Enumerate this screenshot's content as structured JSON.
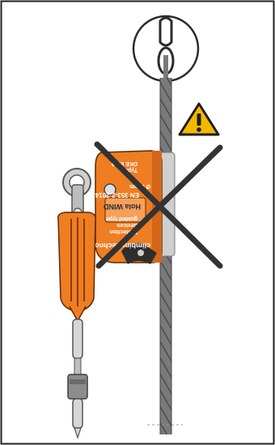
{
  "device_labels": {
    "brand": "climbing technology",
    "model": "Hola WIND",
    "standard": "EN 353-2:2014",
    "cable": "Ø 8 mm",
    "type": "Type",
    "small_lines": [
      "Protection",
      "devices",
      "guided type",
      "DKE 8105"
    ]
  },
  "colors": {
    "device_orange": "#ef7d22",
    "device_dark": "#3d3d3d",
    "warning_yellow": "#f5b800",
    "cross": "#333333",
    "cable": "#6e6e6e"
  },
  "icons": [
    "warning-icon",
    "prohibited-cross-icon",
    "anchor-carabiner-icon"
  ]
}
